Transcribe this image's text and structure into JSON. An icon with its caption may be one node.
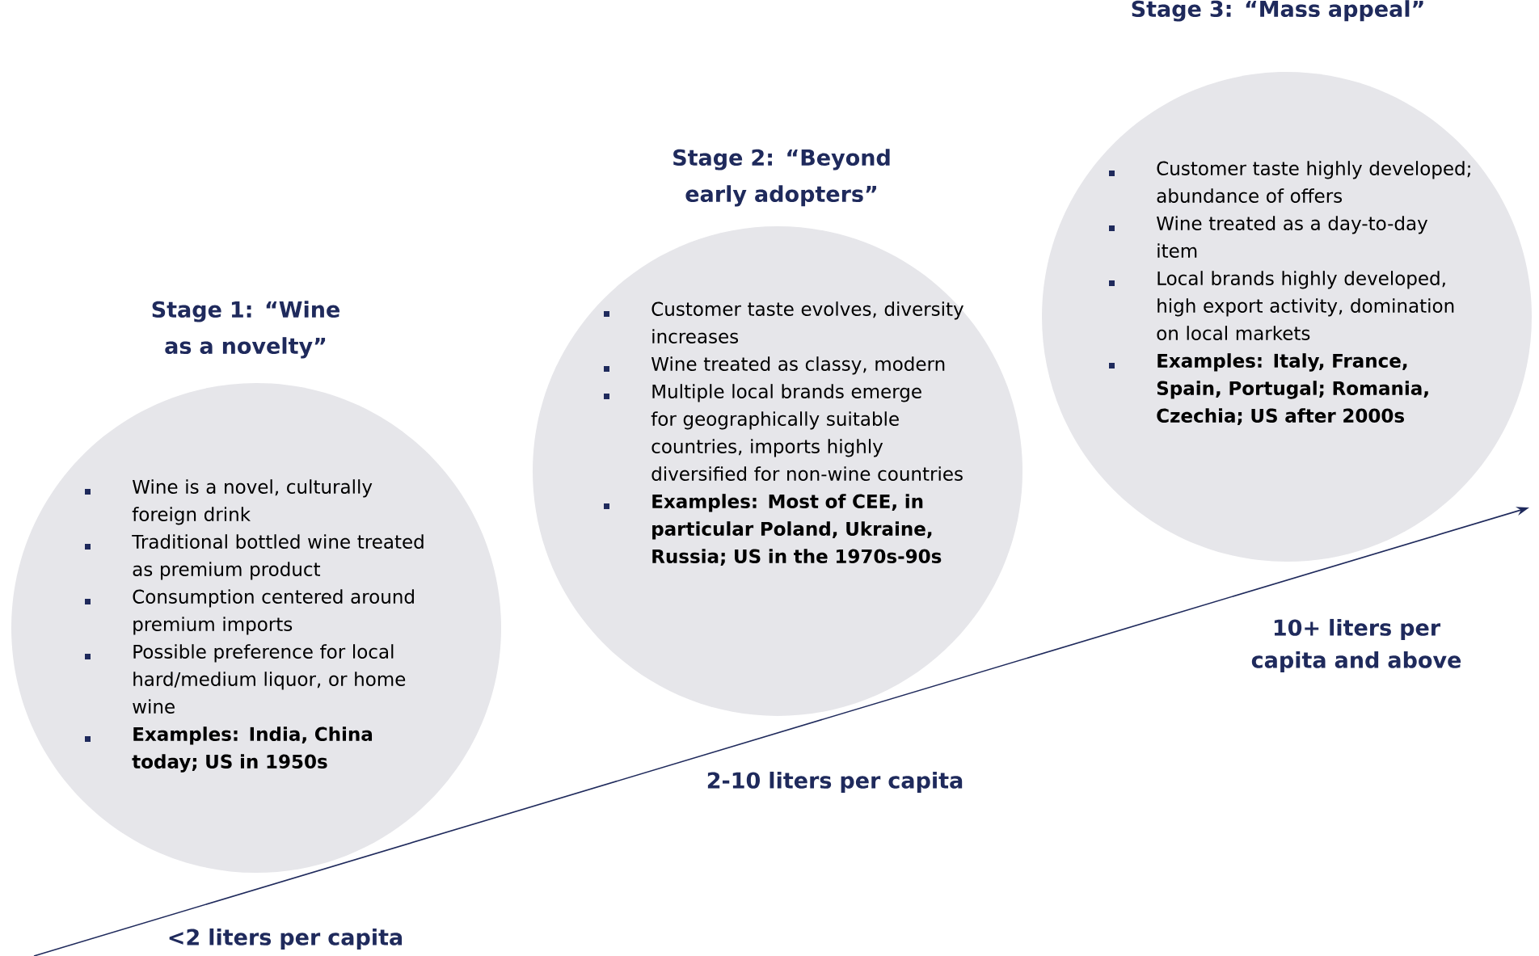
{
  "diagram": {
    "nodes": [
      {
        "text": [
          "Stage 1: “Wine as a novelty”",
          "Wine is a novel, culturally foreign drink",
          "Traditional bottled wine treated as premium product",
          "Consumption centered around premium imports",
          "Possible preference for local hard/medium liquor, or home wine",
          "Examples: India, China today; US in 1950s"
        ]
      },
      {
        "text": [
          "Stage 2: “Beyond early adopters”",
          "Customer taste evolves, diversity increases",
          "Wine treated as classy, modern",
          "Multiple local brands emerge for geographically suitable countries, imports highly diversified for non-wine countries",
          "Examples: Most of CEE, in particular Poland, Ukraine, Russia; US in the 1970s-90s"
        ]
      },
      {
        "text": [
          "Stage 3: “Mass appeal”",
          "Customer taste highly developed; abundance of offers",
          "Wine treated as a day-to-day item",
          "Local brands highly developed, high export activity, domination on local markets",
          "Examples: Italy, France, Spain, Portugal; Romania, Czechia; US after 2000s"
        ]
      }
    ],
    "labels": [
      "<2 liters per capita",
      "2-10 liters per capita",
      "10+ liters per capita and above"
    ]
  }
}
